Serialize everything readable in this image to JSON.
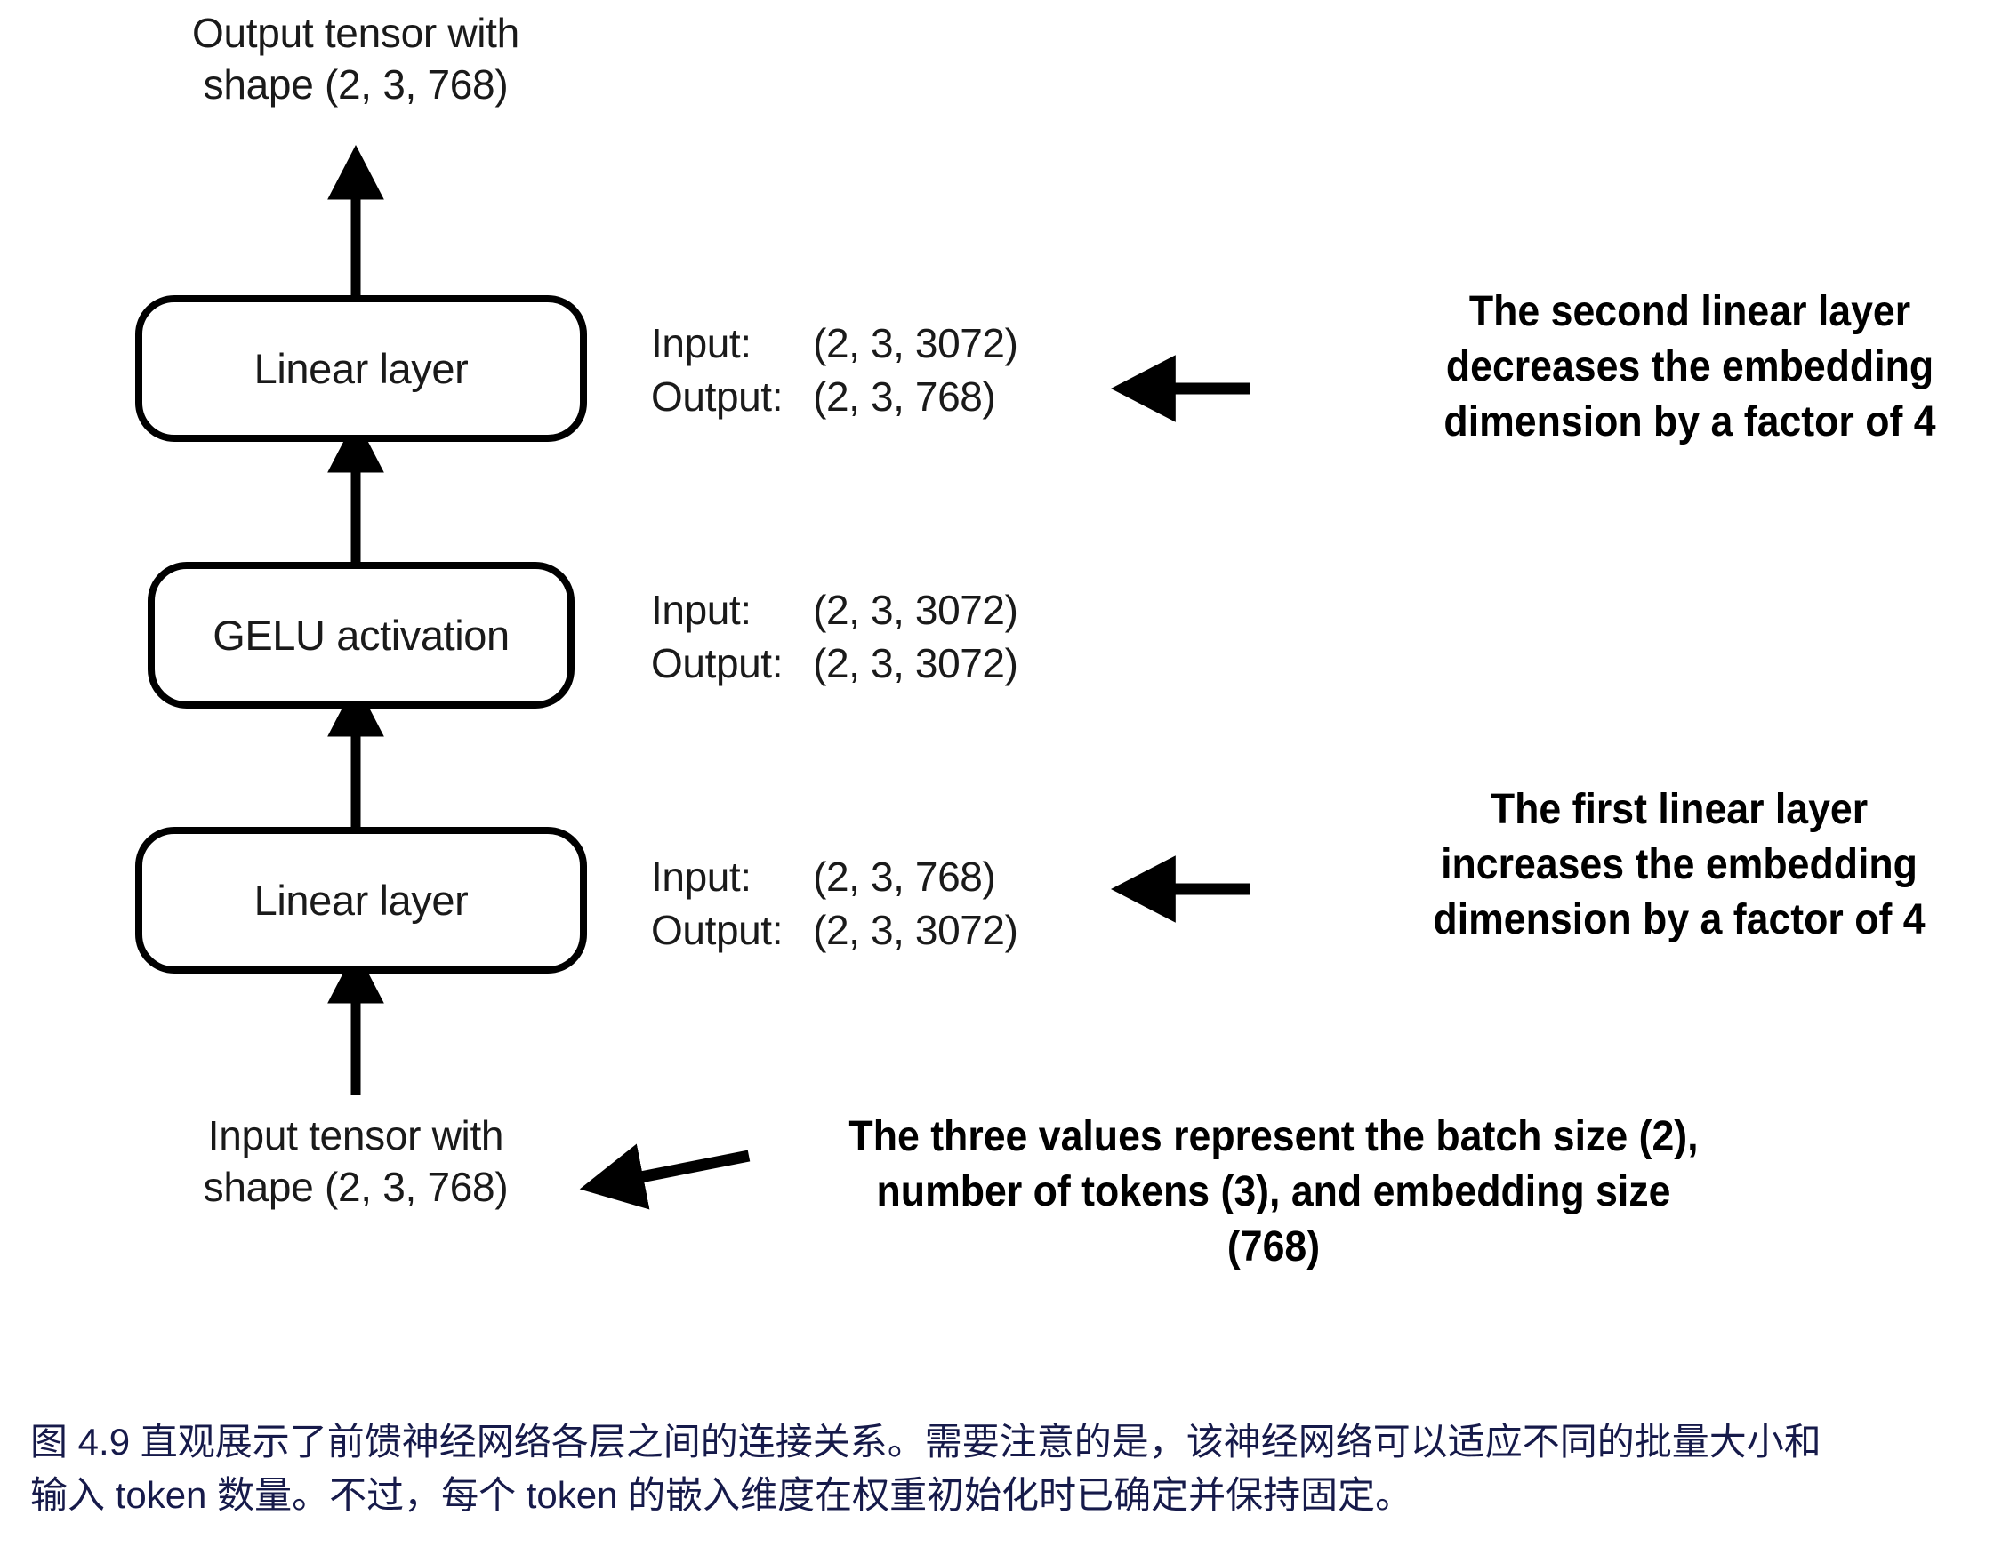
{
  "figure": {
    "top_label": "Output tensor with\nshape (2, 3, 768)",
    "bottom_label": "Input tensor with\nshape (2, 3, 768)",
    "nodes": [
      {
        "id": "linear-2",
        "label": "Linear layer"
      },
      {
        "id": "gelu",
        "label": "GELU activation"
      },
      {
        "id": "linear-1",
        "label": "Linear layer"
      }
    ],
    "io_specs": [
      {
        "for": "linear-2",
        "input_key": "Input:",
        "input_value": "(2, 3, 3072)",
        "output_key": "Output:",
        "output_value": "(2, 3, 768)"
      },
      {
        "for": "gelu",
        "input_key": "Input:",
        "input_value": "(2, 3, 3072)",
        "output_key": "Output:",
        "output_value": "(2, 3, 3072)"
      },
      {
        "for": "linear-1",
        "input_key": "Input:",
        "input_value": "(2, 3, 768)",
        "output_key": "Output:",
        "output_value": "(2, 3, 3072)"
      }
    ],
    "annotations": [
      {
        "id": "second-linear-note",
        "text": "The second linear layer\ndecreases the embedding\ndimension by a factor of 4"
      },
      {
        "id": "first-linear-note",
        "text": "The first linear layer\nincreases the embedding\ndimension by a factor of 4"
      },
      {
        "id": "three-values-note",
        "text": "The three values represent the batch size (2),\nnumber of tokens (3), and embedding size\n(768)"
      }
    ],
    "colors": {
      "stroke": "#000000",
      "text": "#1a1a1a",
      "caption": "#161a4a",
      "background": "#ffffff"
    }
  },
  "caption": {
    "line1": "图 4.9 直观展示了前馈神经网络各层之间的连接关系。需要注意的是，该神经网络可以适应不同的批量大小和",
    "line2": "输入 token 数量。不过，每个 token 的嵌入维度在权重初始化时已确定并保持固定。"
  }
}
